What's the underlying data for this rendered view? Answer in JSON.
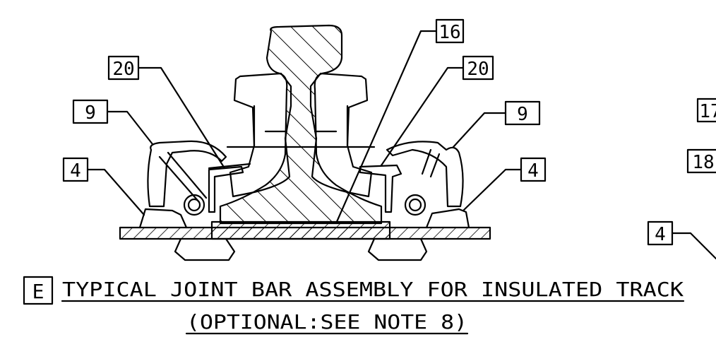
{
  "callouts": {
    "c16": "16",
    "c20_left": "20",
    "c20_right": "20",
    "c9_left": "9",
    "c9_right": "9",
    "c4_left": "4",
    "c4_right": "4",
    "c17": "17",
    "c18": "18",
    "c4_far": "4"
  },
  "detail": {
    "letter": "E",
    "title": "TYPICAL JOINT BAR ASSEMBLY FOR INSULATED TRACK",
    "subtitle": "(OPTIONAL:SEE NOTE 8)"
  }
}
